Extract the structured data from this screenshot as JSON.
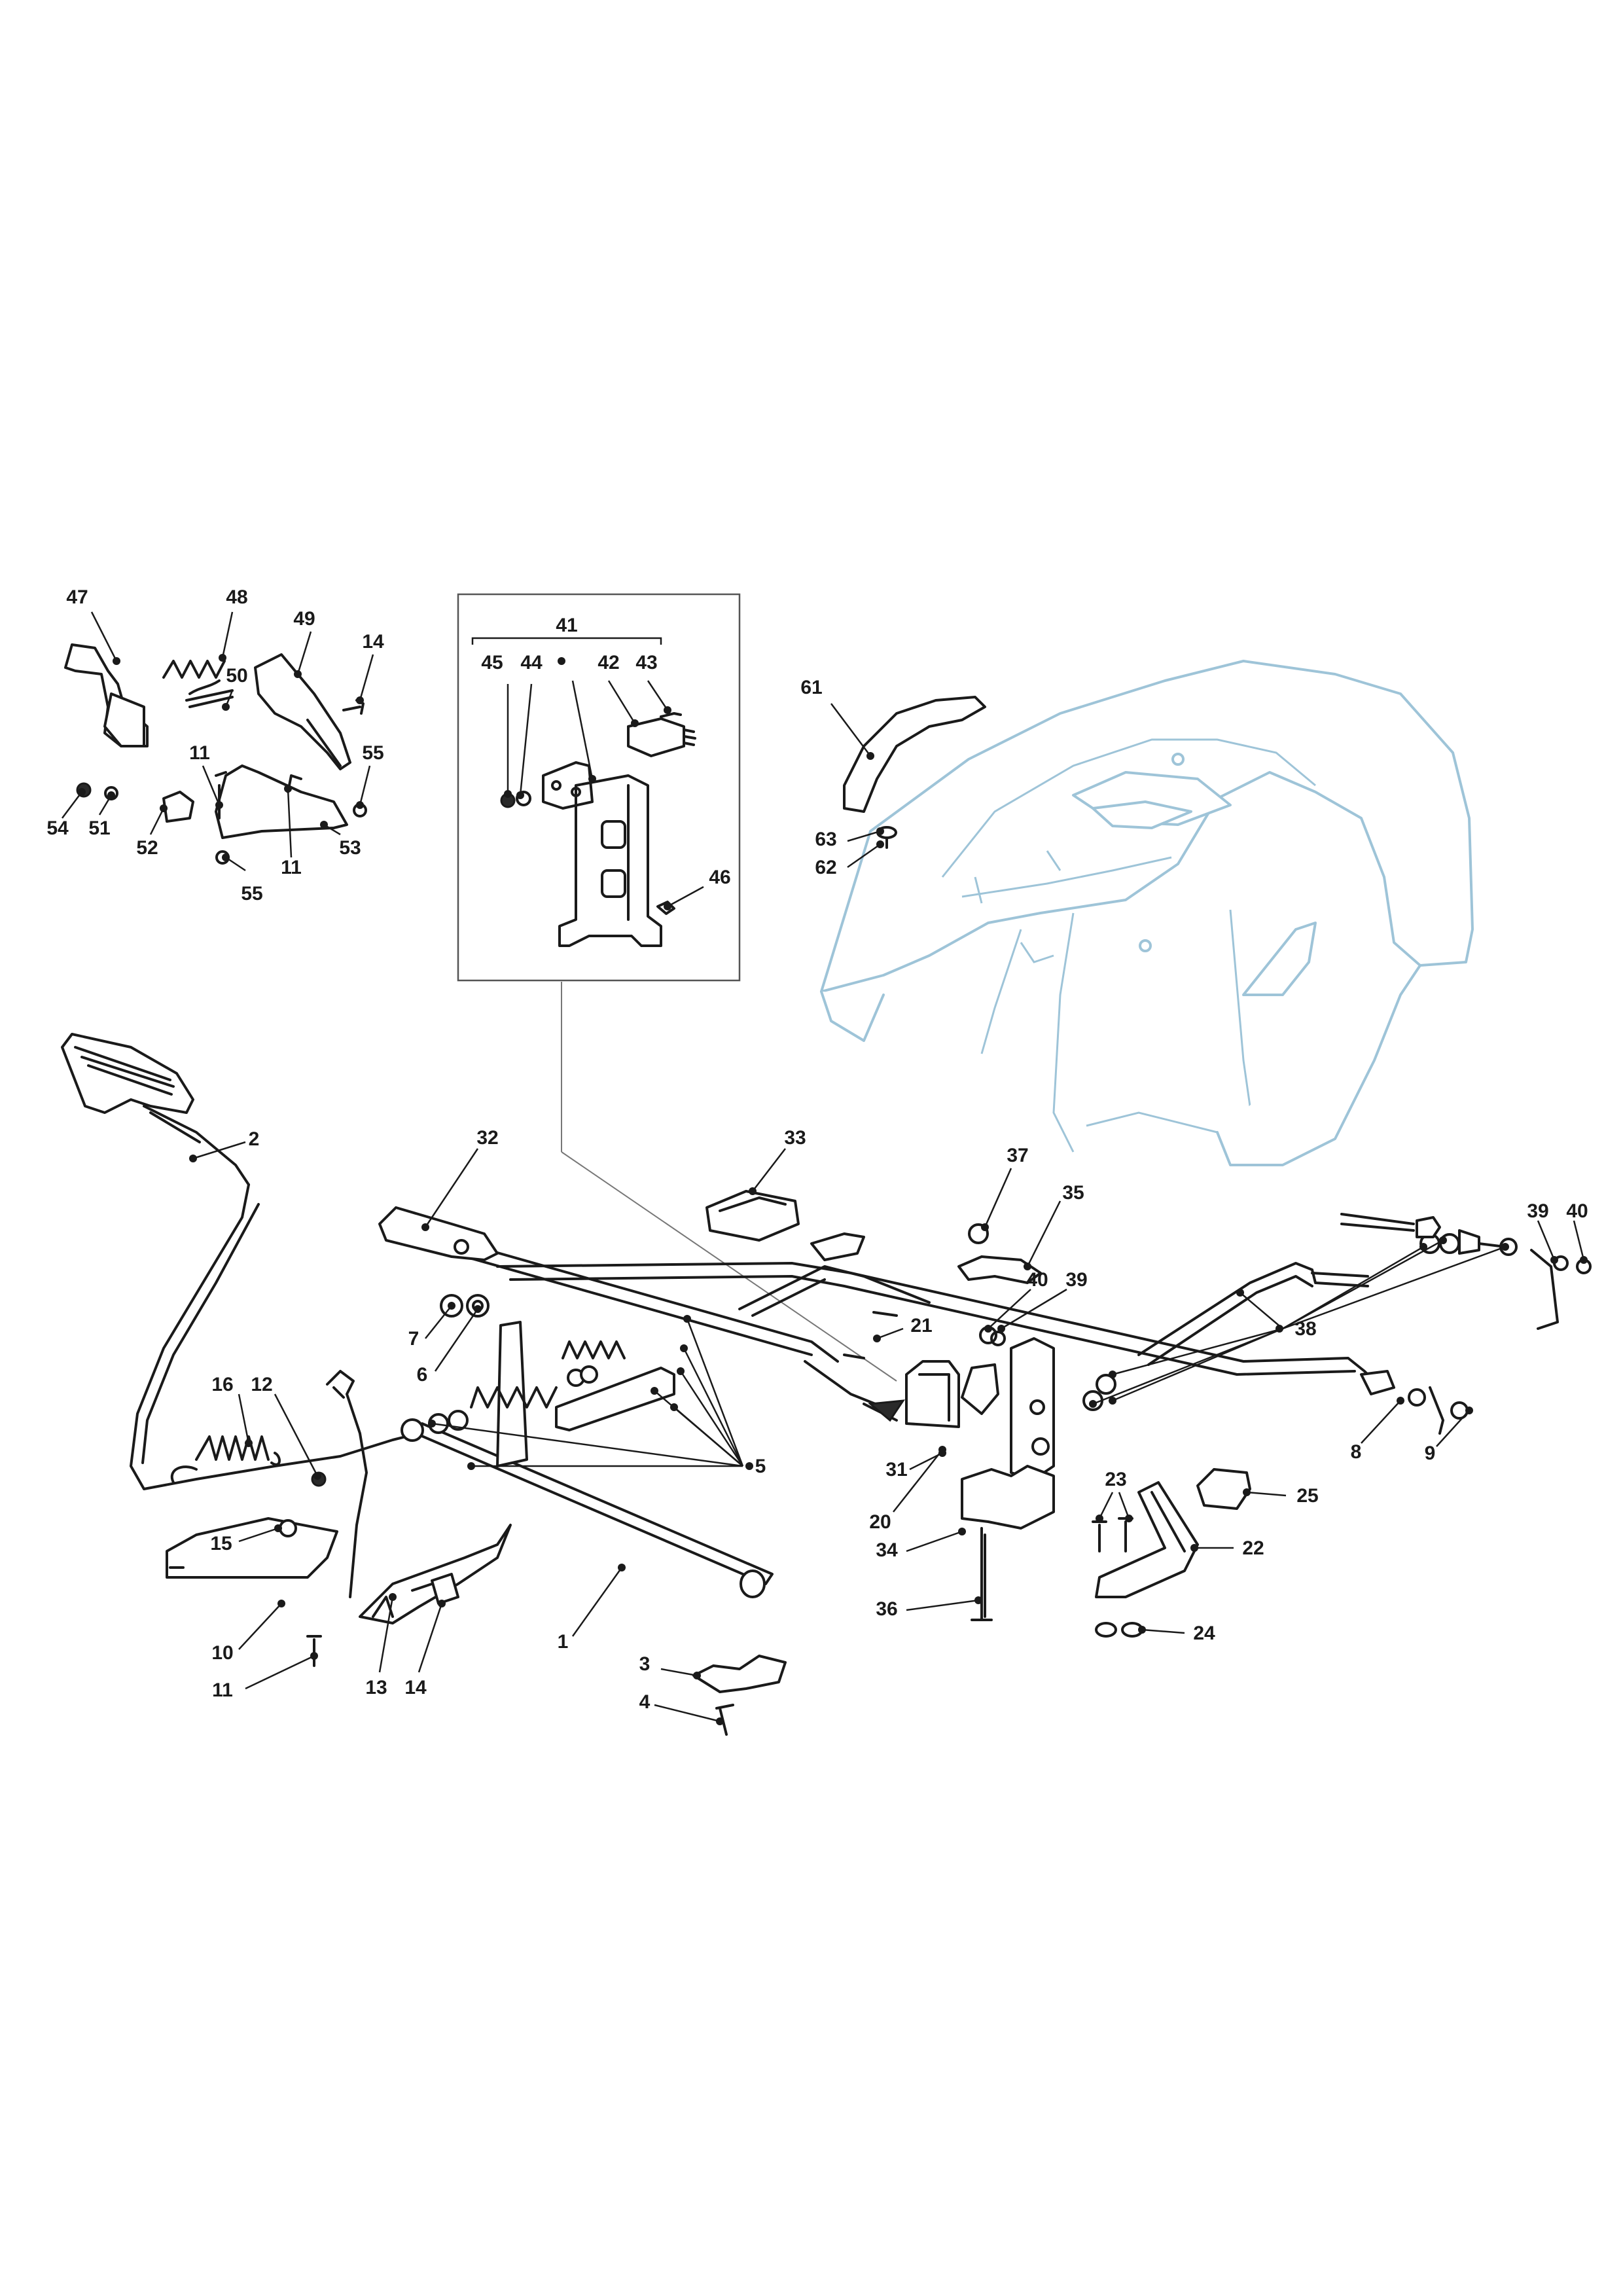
{
  "diagram": {
    "type": "exploded parts diagram",
    "callouts": [
      "1",
      "2",
      "3",
      "4",
      "5",
      "6",
      "7",
      "8",
      "9",
      "10",
      "11",
      "12",
      "13",
      "14",
      "15",
      "16",
      "20",
      "21",
      "22",
      "23",
      "24",
      "25",
      "31",
      "32",
      "33",
      "34",
      "35",
      "36",
      "37",
      "38",
      "39",
      "40",
      "41",
      "42",
      "43",
      "44",
      "45",
      "46",
      "47",
      "48",
      "49",
      "50",
      "51",
      "52",
      "53",
      "54",
      "55",
      "61",
      "62",
      "63"
    ]
  }
}
